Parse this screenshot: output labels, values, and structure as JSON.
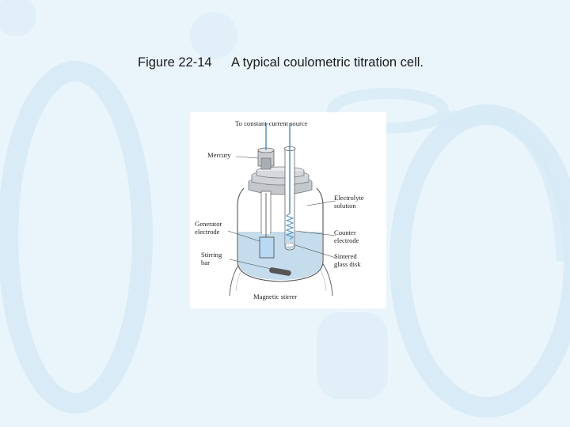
{
  "caption": {
    "figure_number": "Figure 22-14",
    "title": "A typical coulometric titration cell."
  },
  "diagram": {
    "labels": {
      "source": "To constant-current source",
      "mercury": "Mercury",
      "electrolyte_1": "Electrolyte",
      "electrolyte_2": "solution",
      "generator_1": "Generator",
      "generator_2": "electrode",
      "counter_1": "Counter",
      "counter_2": "electrode",
      "stirring_1": "Stirring",
      "stirring_2": "bar",
      "sintered_1": "Sintered",
      "sintered_2": "glass disk",
      "stirrer": "Magnetic stirrer"
    },
    "colors": {
      "solution": "#c5dcec",
      "wire": "#3f8fcf",
      "electrode": "#b9d9f3",
      "metal": "#c4c8cc",
      "glass_outline": "#555555",
      "background": "#eaf5fb"
    }
  }
}
